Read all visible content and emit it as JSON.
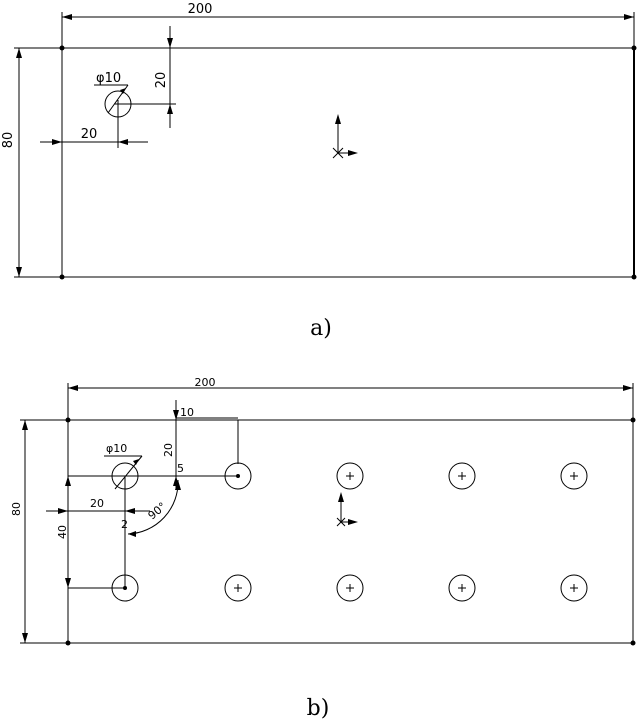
{
  "panel_a": {
    "caption": "a)",
    "dim_width": "200",
    "dim_height": "80",
    "dim_hole_dia": "φ10",
    "dim_hole_x": "20",
    "dim_hole_y": "20"
  },
  "panel_b": {
    "caption": "b)",
    "dim_width": "200",
    "dim_height": "80",
    "dim_hole_dia": "φ10",
    "dim_hole_x": "20",
    "dim_hole_y": "20",
    "dim_row_gap": "40",
    "dim_pattern_spacing": "10",
    "pattern_count_cols": "5",
    "pattern_count_rows": "2",
    "pattern_angle": "90°"
  }
}
